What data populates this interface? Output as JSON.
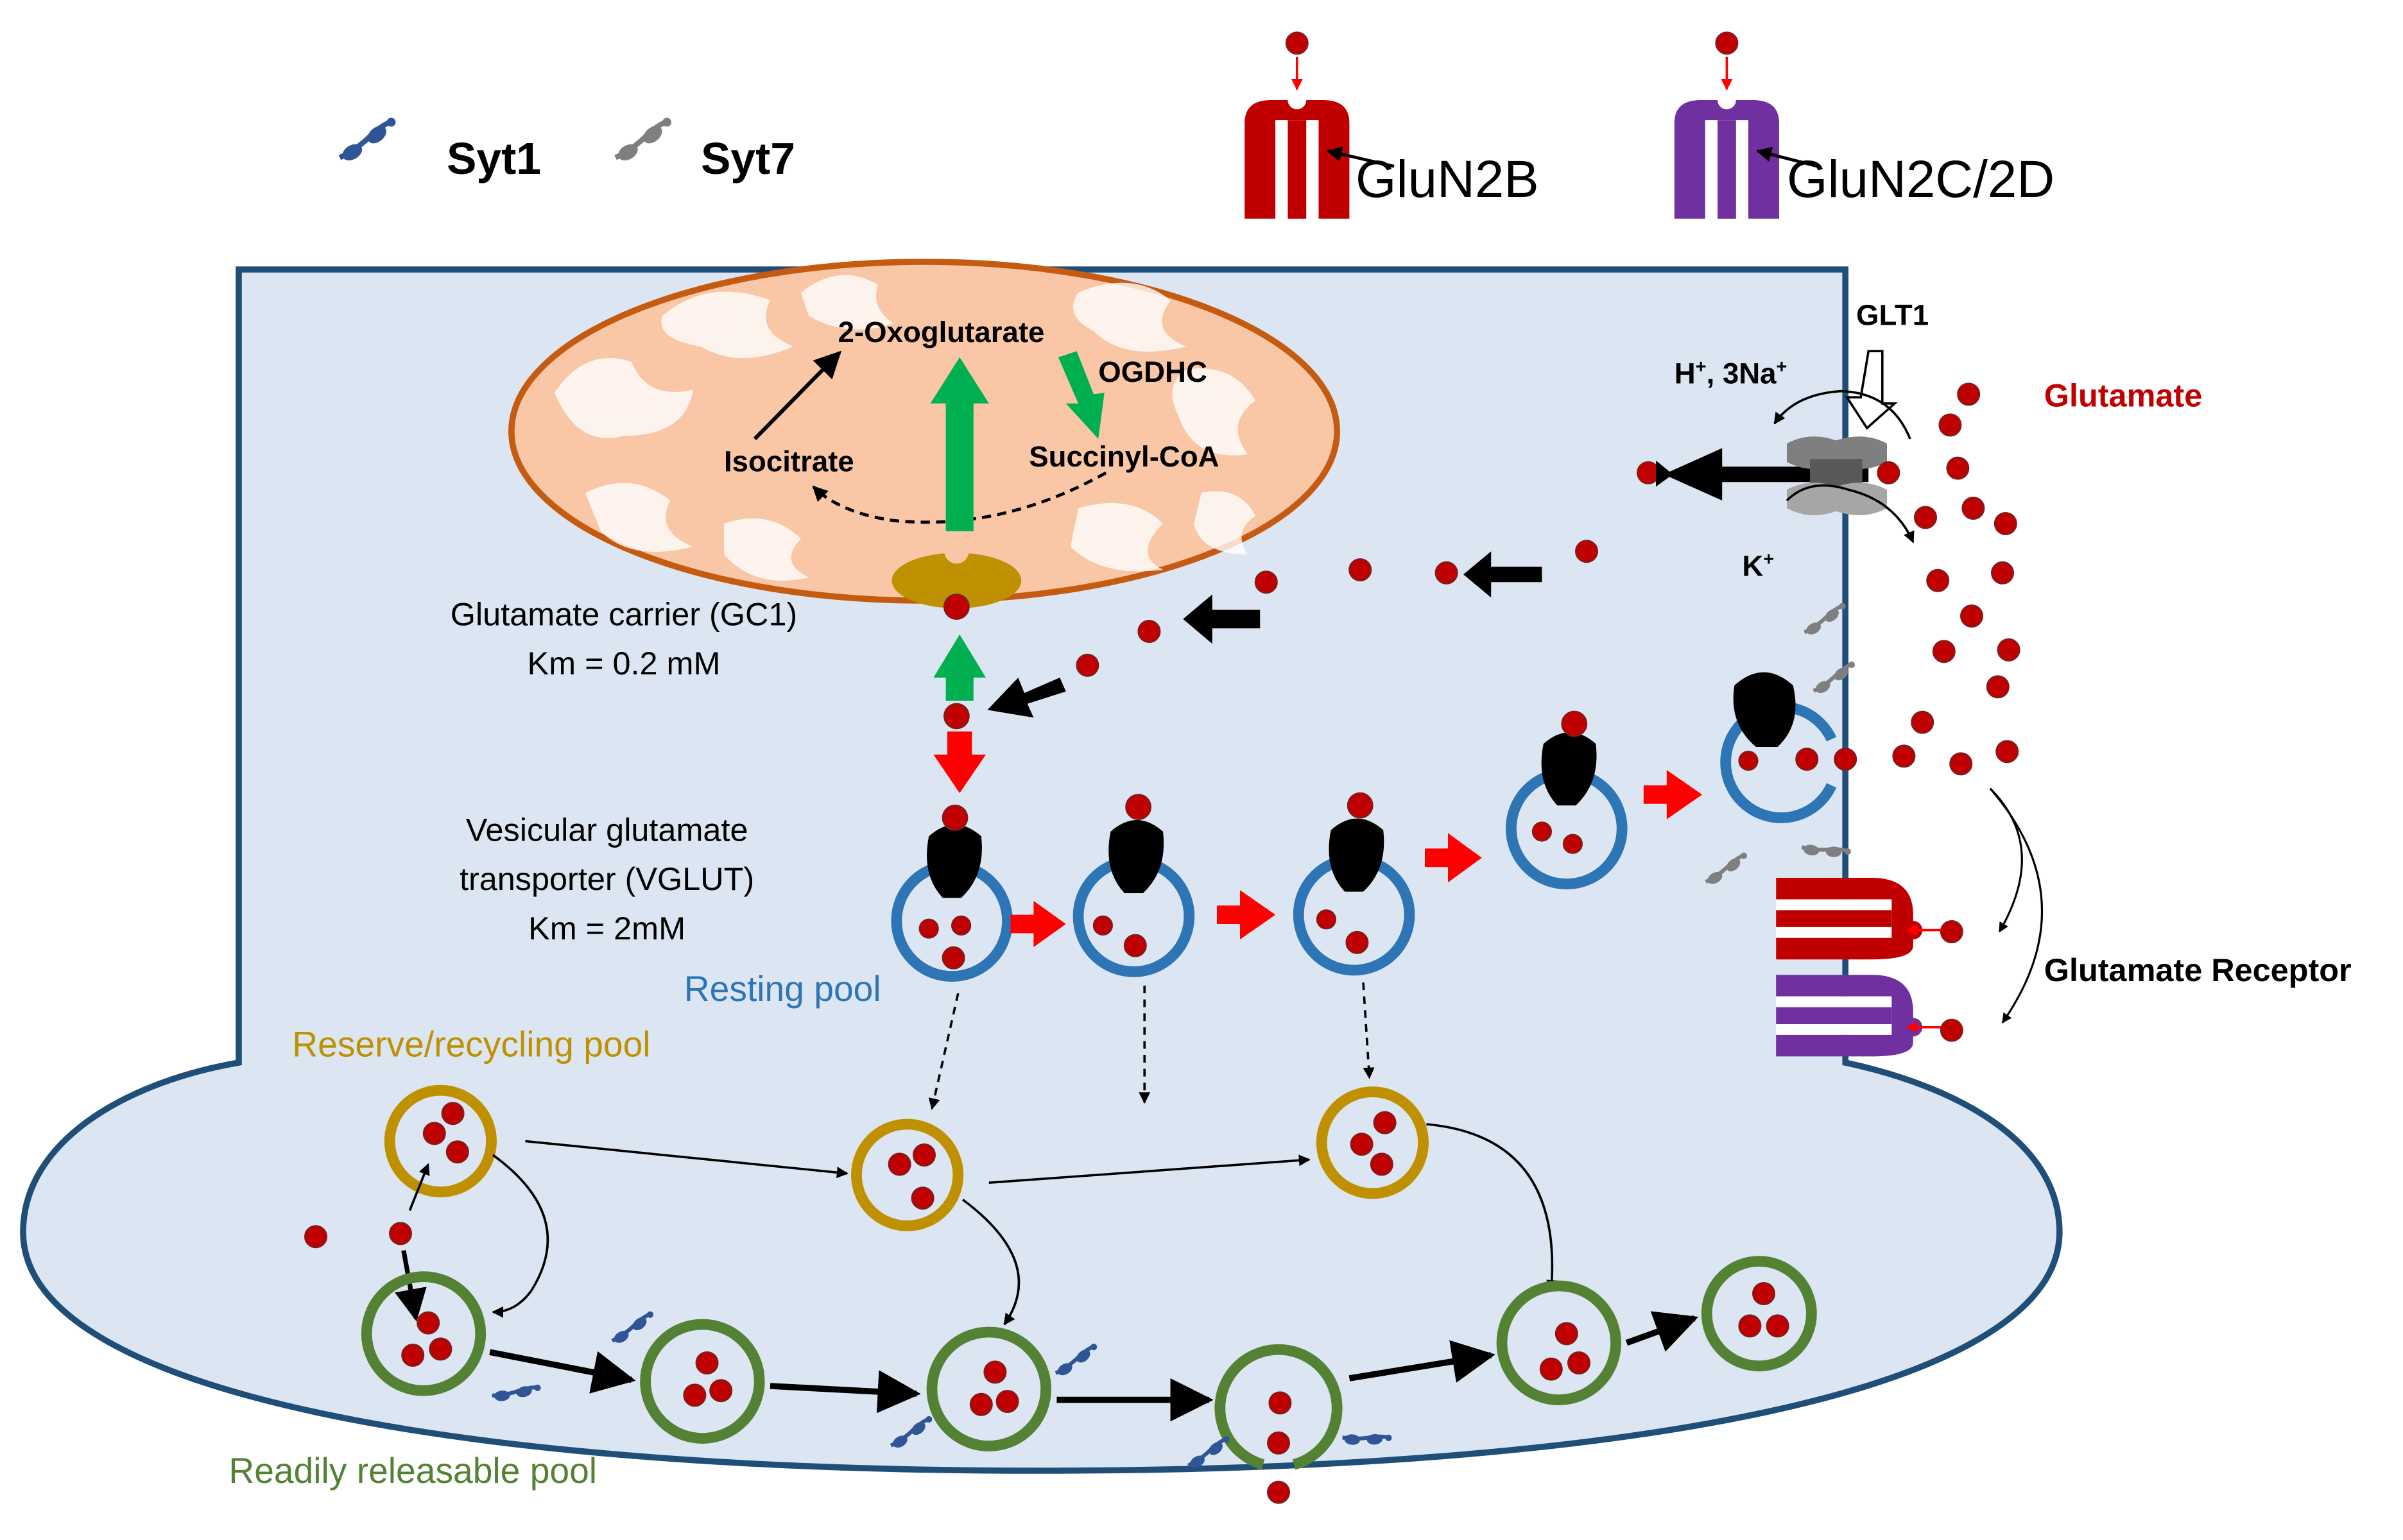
{
  "legend": {
    "syt1": "Syt1",
    "syt7": "Syt7",
    "glun2b": "GluN2B",
    "glun2cd": "GluN2C/2D"
  },
  "mito": {
    "oxo": "2-Oxoglutarate",
    "ogdhc": "OGDHC",
    "isocitrate": "Isocitrate",
    "succinyl": "Succinyl-CoA"
  },
  "labels": {
    "gc1_line1": "Glutamate carrier (GC1)",
    "gc1_line2": "Km = 0.2 mM",
    "vglut_line1": "Vesicular glutamate",
    "vglut_line2": "transporter (VGLUT)",
    "vglut_line3": "Km = 2mM",
    "resting": "Resting pool",
    "reserve": "Reserve/recycling pool",
    "readily": "Readily releasable pool",
    "glt1": "GLT1",
    "hna_base": "H",
    "hna_mid": ", 3Na",
    "k_base": "K",
    "plus": "+",
    "glutamate": "Glutamate",
    "receptor": "Glutamate Receptor"
  },
  "colors": {
    "cell_fill": "#dce6f2",
    "cell_stroke": "#1f4e79",
    "mito_fill": "#f9c7a6",
    "mito_stroke": "#c55a11",
    "glutamate": "#c00000",
    "resting_ring": "#2e75b6",
    "reserve_ring": "#bf9000",
    "readily_ring": "#548235",
    "green_arrow": "#00b050",
    "red_arrow": "#ff0000",
    "glun2b": "#c00000",
    "glun2cd": "#7030a0",
    "syt1": "#2f5597",
    "syt7": "#7f7f7f",
    "carrier": "#bf9000"
  }
}
